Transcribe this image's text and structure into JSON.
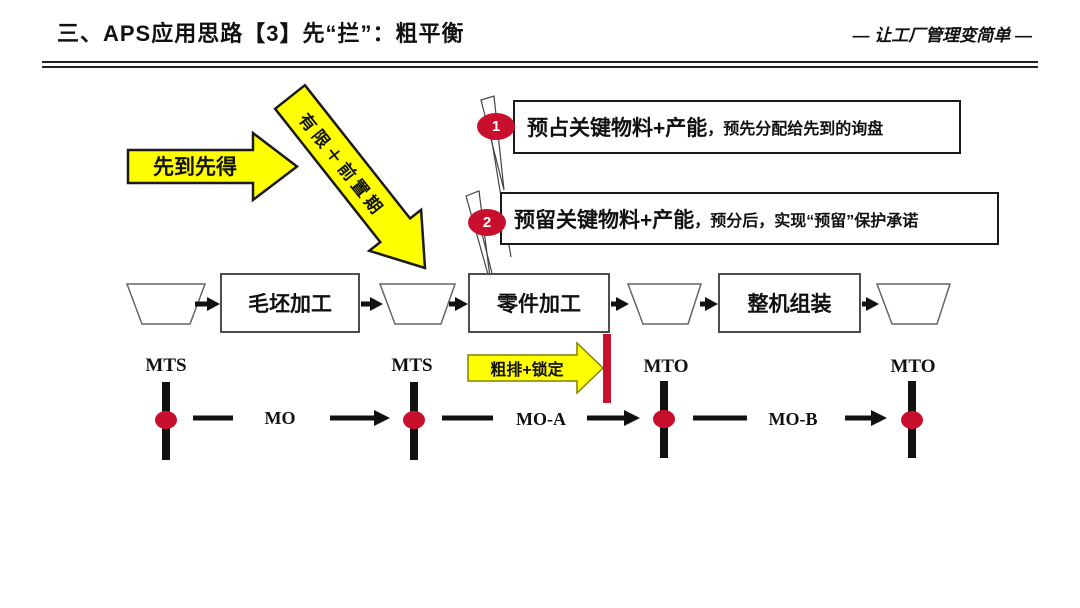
{
  "header": {
    "title": "三、APS应用思路【3】先“拦”：粗平衡",
    "slogan": "— 让工厂管理变简单 —"
  },
  "arrows": {
    "first_come": "先到先得",
    "finite_leadtime": "有限＋前置期",
    "rough_lock": "粗排+锁定"
  },
  "callouts": [
    {
      "num": "1",
      "bold": "预占关键物料+产能",
      "rest": "，预先分配给先到的询盘"
    },
    {
      "num": "2",
      "bold": "预留关键物料+产能",
      "rest": "，预分后，实现“预留”保护承诺"
    }
  ],
  "process": {
    "stages": [
      "毛坯加工",
      "零件加工",
      "整机组装"
    ]
  },
  "timeline": {
    "nodes": [
      "MTS",
      "MTS",
      "MTO",
      "MTO"
    ],
    "orders": [
      "MO",
      "MO-A",
      "MO-B"
    ]
  },
  "colors": {
    "accent_red": "#C8102E",
    "accent_yellow": "#FFFF00"
  }
}
